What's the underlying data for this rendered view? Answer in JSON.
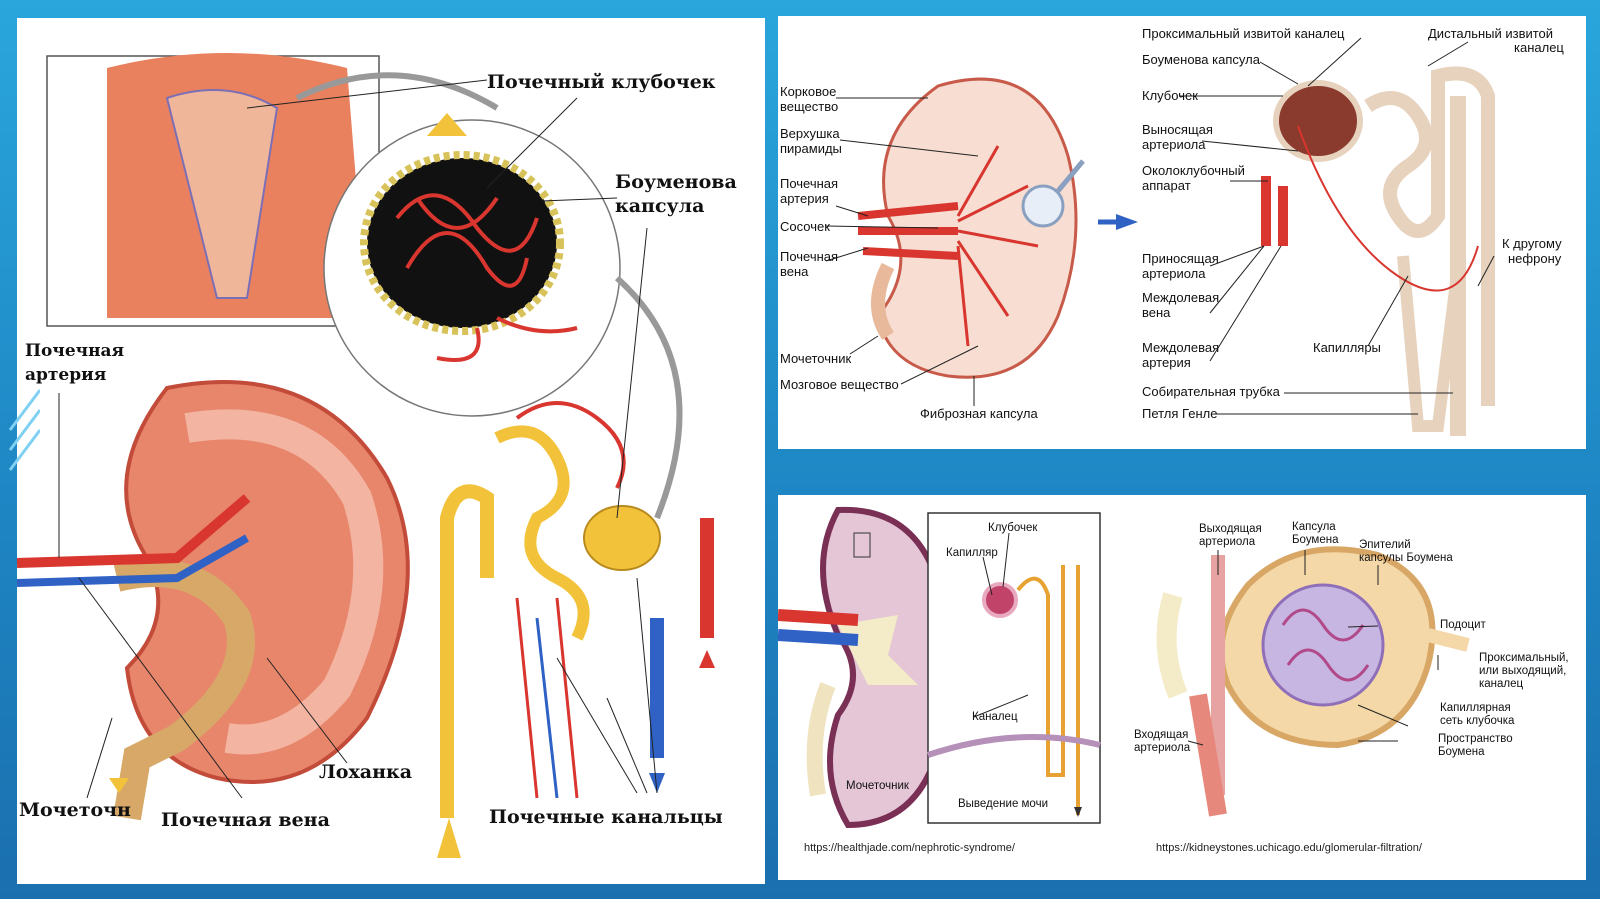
{
  "panel1": {
    "labels": {
      "glomerulus": "Почечный клубочек",
      "bowman1": "Боуменова",
      "bowman2": "капсула",
      "artery1": "Почечная",
      "artery2": "артерия",
      "ureter": "Мочеточн",
      "vein": "Почечная вена",
      "pelvis": "Лоханка",
      "tubules": "Почечные канальцы"
    }
  },
  "panel2": {
    "labels": {
      "cortex1": "Корковое",
      "cortex2": "вещество",
      "pyramid1": "Верхушка",
      "pyramid2": "пирамиды",
      "artery1": "Почечная",
      "artery2": "артерия",
      "papilla": "Сосочек",
      "vein1": "Почечная",
      "vein2": "вена",
      "ureter": "Мочеточник",
      "medulla": "Мозговое вещество",
      "fibrous": "Фиброзная капсула",
      "proximal": "Проксимальный извитой каналец",
      "distal1": "Дистальный извитой",
      "distal2": "каналец",
      "bowman": "Боуменова капсула",
      "glom": "Клубочек",
      "efferent1": "Выносящая",
      "efferent2": "артериола",
      "juxta1": "Околоклубочный",
      "juxta2": "аппарат",
      "afferent1": "Приносящая",
      "afferent2": "артериола",
      "interlobarvein1": "Междолевая",
      "interlobarvein2": "вена",
      "interlobarart1": "Междолевая",
      "interlobarart2": "артерия",
      "capillaries": "Капилляры",
      "other1": "К другому",
      "other2": "нефрону",
      "collecting": "Собирательная трубка",
      "henle": "Петля Генле"
    }
  },
  "panel3": {
    "labels": {
      "glom": "Клубочек",
      "capillary": "Капилляр",
      "tubule": "Каналец",
      "ureter": "Мочеточник",
      "urine": "Выведение мочи",
      "efferent1": "Выходящая",
      "efferent2": "артериола",
      "capsule1": "Капсула",
      "capsule2": "Боумена",
      "epith1": "Эпителий",
      "epith2": "капсулы Боумена",
      "podocyte": "Подоцит",
      "prox1": "Проксимальный,",
      "prox2": "или выходящий,",
      "prox3": "каналец",
      "capnet1": "Капиллярная",
      "capnet2": "сеть клубочка",
      "space1": "Пространство",
      "space2": "Боумена",
      "afferent1": "Входящая",
      "afferent2": "артериола"
    },
    "url1": "https://healthjade.com/nephrotic-syndrome/",
    "url2": "https://kidneystones.uchicago.edu/glomerular-filtration/"
  },
  "colors": {
    "vessel_red": "#d8362f",
    "tubule_yellow": "#f2c33a",
    "vein_blue": "#2f62c4",
    "kidney_pink": "#e79a8a"
  }
}
